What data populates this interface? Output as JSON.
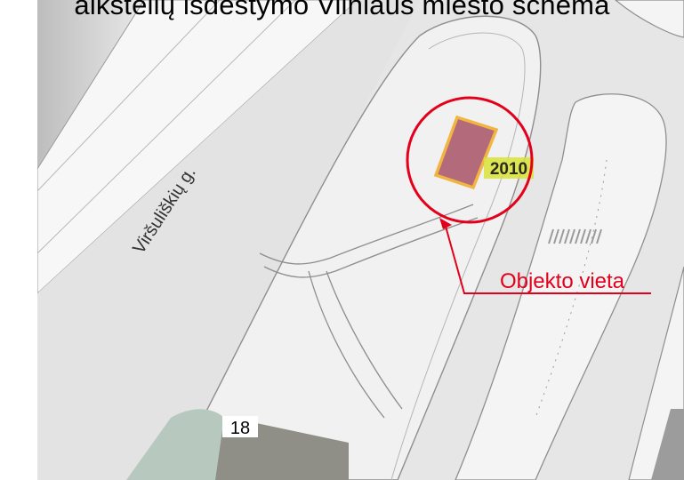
{
  "title": "aikštelių išdėstymo Vilniaus miesto schema",
  "map": {
    "street_label": "Viršuliškių g.",
    "building_number": "18",
    "object_year_label": "2010",
    "object_location_label": "Objekto vieta"
  },
  "colors": {
    "ground": "#e6e6e6",
    "road": "#f4f4f4",
    "road_edge": "#8e8e8e",
    "object_fill": "#b36a7a",
    "object_border": "#f2b541",
    "callout": "#e3001b",
    "building": "#8f8f88",
    "green_area": "#b7c9bf"
  }
}
